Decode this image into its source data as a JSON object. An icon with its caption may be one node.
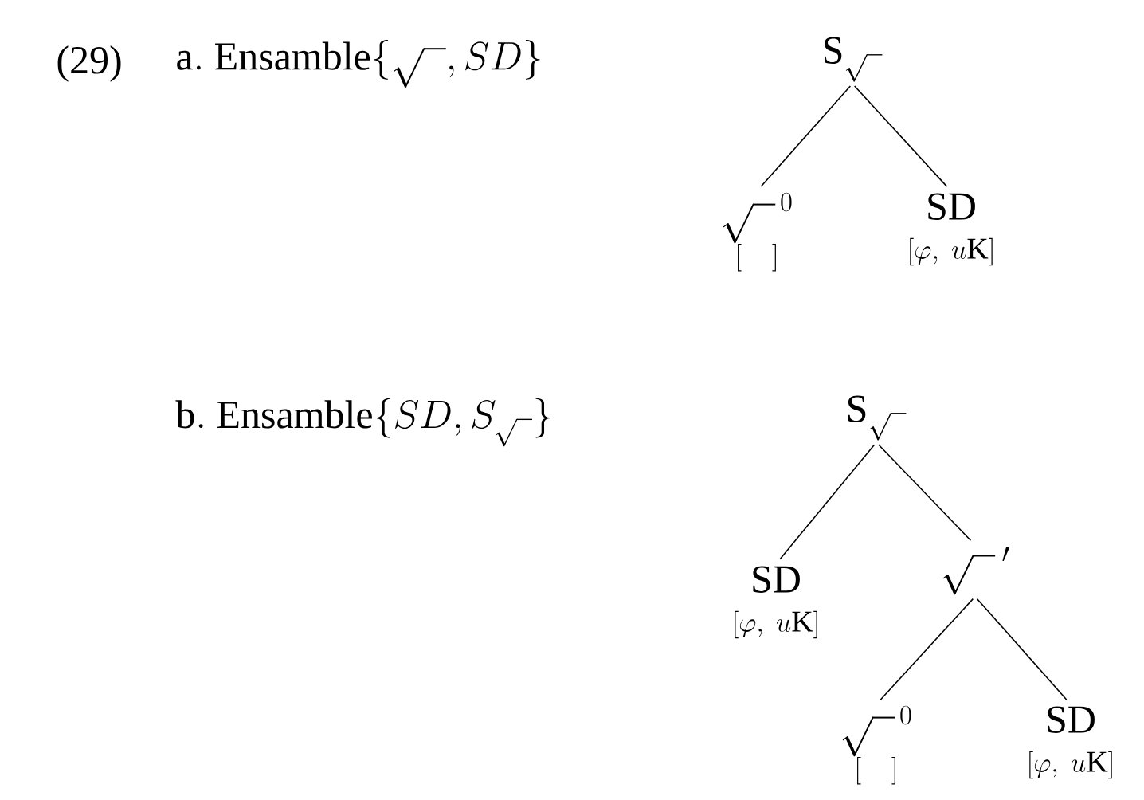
{
  "diagram": {
    "nodes": [
      {
        "text": [
          "\\mathrm{S}_{\\sqrt{\\;\\;}}"
        ]
      },
      {
        "text": [
          "\\sqrt{\\;\\;}^{\\,0}",
          "[\\quad]"
        ]
      },
      {
        "text": [
          "SD",
          "[\\varphi,\\ u\\mathrm{K}]"
        ]
      },
      {
        "text": [
          "\\mathrm{S}_{\\sqrt{\\;\\;}}"
        ]
      },
      {
        "text": [
          "SD",
          "[\\varphi,\\ u\\mathrm{K}]"
        ]
      },
      {
        "text": [
          "\\sqrt{\\;\\;}\\,'"
        ]
      },
      {
        "text": [
          "\\sqrt{\\;\\;}^{\\,0}",
          "[\\quad]"
        ]
      },
      {
        "text": [
          "SD",
          "[\\varphi,\\ u\\mathrm{K}]"
        ]
      }
    ],
    "edges": [
      {
        "from": 0,
        "to": 1,
        "arrow": "none"
      },
      {
        "from": 0,
        "to": 2,
        "arrow": "none"
      },
      {
        "from": 3,
        "to": 4,
        "arrow": "none"
      },
      {
        "from": 3,
        "to": 5,
        "arrow": "none"
      },
      {
        "from": 5,
        "to": 6,
        "arrow": "none"
      },
      {
        "from": 5,
        "to": 7,
        "arrow": "none"
      }
    ],
    "labels": [
      "(29)",
      "\\mathrm{a.\\ Ensamble}\\{\\sqrt{\\;\\;},SD\\}",
      "\\mathrm{b.\\ Ensamble}\\{SD,S_{\\sqrt{\\;\\;}}\\}"
    ]
  }
}
